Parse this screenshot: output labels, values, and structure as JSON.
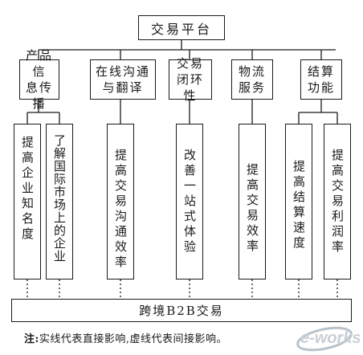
{
  "top": {
    "label": "交易平台"
  },
  "categories": [
    {
      "label": "产品信\n息传播"
    },
    {
      "label": "在线沟通\n与翻译"
    },
    {
      "label": "交易\n闭环性"
    },
    {
      "label": "物流\n服务"
    },
    {
      "label": "结算\n功能"
    }
  ],
  "leaves": [
    {
      "label": "提高企业知名度"
    },
    {
      "label": "了解国际市场上的企业"
    },
    {
      "label": "提高交易沟通效率"
    },
    {
      "label": "改善一站式体验"
    },
    {
      "label": "提高交易效率"
    },
    {
      "label": "提高结算速度"
    },
    {
      "label": "提高交易利润率"
    }
  ],
  "bottom": {
    "label": "跨境B2B交易"
  },
  "note": {
    "label": "注:",
    "text": "实线代表直接影响,虚线代表间接影响。"
  },
  "logo": {
    "text": "e-works"
  }
}
